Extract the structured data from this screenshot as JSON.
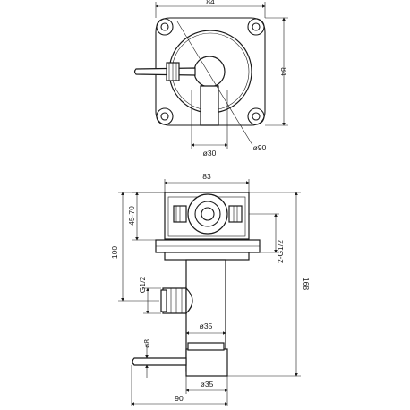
{
  "top_view": {
    "width_label": "84",
    "height_label": "84",
    "small_diameter_label": "ø30",
    "large_diameter_label": "ø90"
  },
  "side_view": {
    "top_width_label": "83",
    "depth_range_label": "45-70",
    "body_height_label": "100",
    "connection_label": "2-G1/2",
    "total_height_label": "168",
    "outlet_thread_label": "G1/2",
    "shaft_diameter_label": "ø35",
    "lever_diameter_label": "ø8",
    "bottom_diameter_label": "ø35",
    "lever_length_label": "90"
  }
}
